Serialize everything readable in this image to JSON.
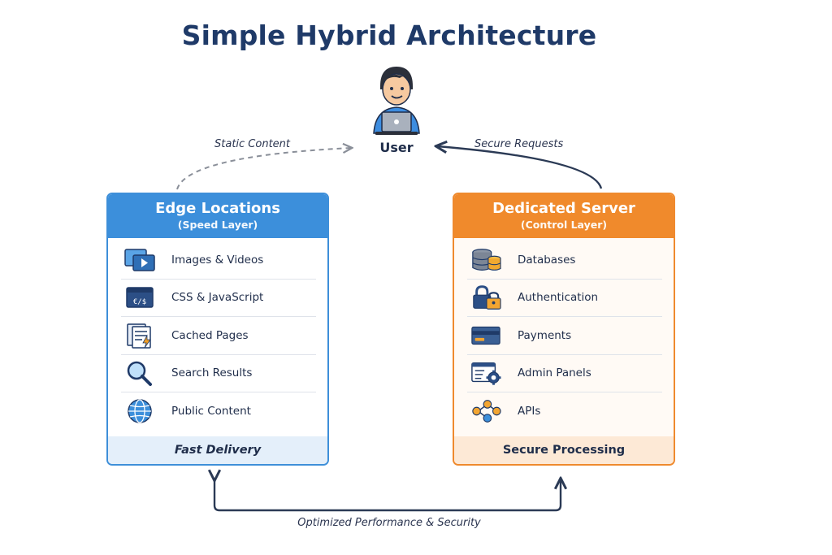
{
  "title": "Simple Hybrid Architecture",
  "user": {
    "label": "User"
  },
  "flows": {
    "static": "Static Content",
    "secure": "Secure Requests",
    "bottom": "Optimized Performance & Security"
  },
  "edge": {
    "title": "Edge Locations",
    "subtitle": "(Speed Layer)",
    "items": [
      {
        "label": "Images & Videos",
        "icon": "media-icon"
      },
      {
        "label": "CSS & JavaScript",
        "icon": "code-icon"
      },
      {
        "label": "Cached Pages",
        "icon": "cached-pages-icon"
      },
      {
        "label": "Search Results",
        "icon": "search-icon"
      },
      {
        "label": "Public Content",
        "icon": "globe-icon"
      }
    ],
    "footer": "Fast Delivery",
    "color": "#3c8fdb"
  },
  "server": {
    "title": "Dedicated Server",
    "subtitle": "(Control Layer)",
    "items": [
      {
        "label": "Databases",
        "icon": "database-icon"
      },
      {
        "label": "Authentication",
        "icon": "lock-icon"
      },
      {
        "label": "Payments",
        "icon": "card-icon"
      },
      {
        "label": "Admin Panels",
        "icon": "admin-panel-icon"
      },
      {
        "label": "APIs",
        "icon": "api-icon"
      }
    ],
    "footer": "Secure Processing",
    "color": "#f08a2c"
  }
}
